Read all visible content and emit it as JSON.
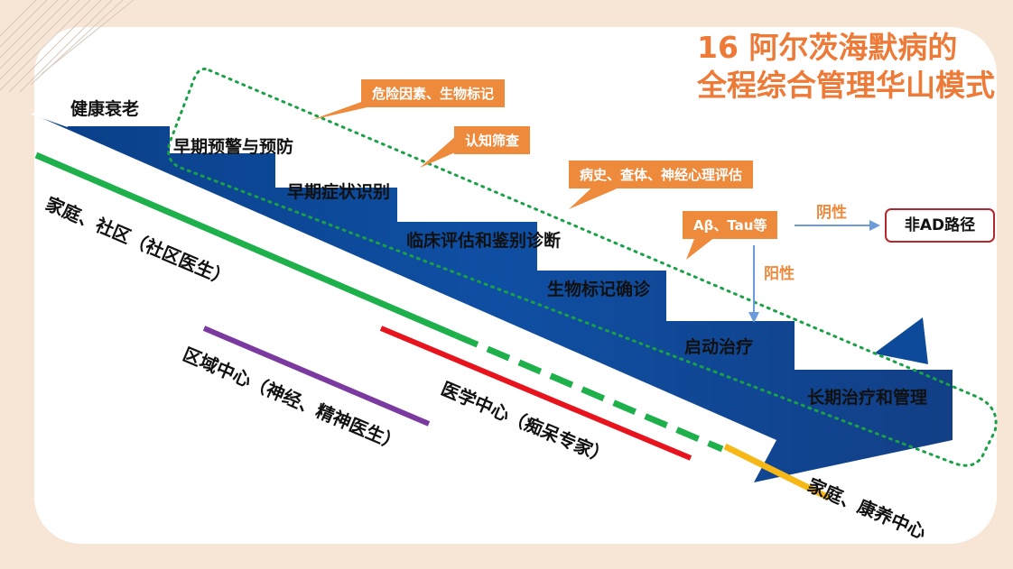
{
  "title": {
    "line1": "16 阿尔茨海默病的",
    "line2": "全程综合管理华山模式"
  },
  "stages": [
    "健康衰老",
    "早期预警与预防",
    "早期症状识别",
    "临床评估和鉴别诊断",
    "生物标记确诊",
    "启动治疗",
    "长期治疗和管理"
  ],
  "callouts": [
    "危险因素、生物标记",
    "认知筛查",
    "病史、查体、神经心理评估",
    "Aβ、Tau等"
  ],
  "branches": {
    "negative": "阴性",
    "positive": "阳性",
    "non_ad": "非AD路径"
  },
  "care_settings": [
    {
      "label": "家庭、社区（社区医生）",
      "color": "#1db04b"
    },
    {
      "label": "区域中心（神经、精神医生）",
      "color": "#7b3aa0"
    },
    {
      "label": "医学中心（痴呆专家）",
      "color": "#e8141d"
    },
    {
      "label": "家庭、康养中心",
      "color": "#f6b817"
    }
  ],
  "colors": {
    "accent": "#ee7a38",
    "stair": "#0d4a9a",
    "frame": "#1aa147"
  }
}
